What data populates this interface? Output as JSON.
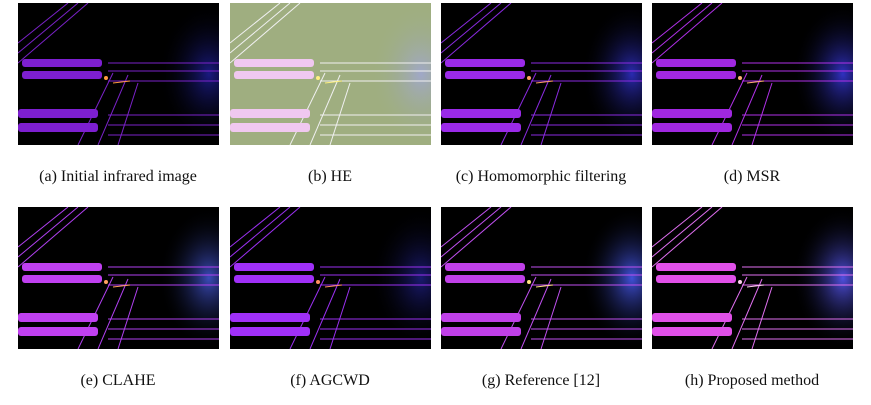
{
  "panels": [
    {
      "caption": "(a) Initial infrared image",
      "bg": "#000000",
      "line": "#7a22c8",
      "ins": "#7d1fd0",
      "cloud": "#1a1a80",
      "hot": "#ff9a40"
    },
    {
      "caption": "(b) HE",
      "bg": "#9fae80",
      "line": "#f0f0f0",
      "ins": "#f0c8f0",
      "cloud": "#a0a8c8",
      "hot": "#fff080"
    },
    {
      "caption": "(c) Homomorphic filtering",
      "bg": "#000000",
      "line": "#8a2ae0",
      "ins": "#9a2ae8",
      "cloud": "#2a2ab0",
      "hot": "#ffa060"
    },
    {
      "caption": "(d) MSR",
      "bg": "#000000",
      "line": "#b030e8",
      "ins": "#a028e0",
      "cloud": "#3030c0",
      "hot": "#ffb070"
    },
    {
      "caption": "(e) CLAHE",
      "bg": "#000000",
      "line": "#b040f0",
      "ins": "#c040f0",
      "cloud": "#3a4ab8",
      "hot": "#ffa060"
    },
    {
      "caption": "(f) AGCWD",
      "bg": "#000000",
      "line": "#9a30f0",
      "ins": "#a030f8",
      "cloud": "#1a1a70",
      "hot": "#ff9060"
    },
    {
      "caption": "(g) Reference [12]",
      "bg": "#000000",
      "line": "#c050f0",
      "ins": "#c040e8",
      "cloud": "#4050d8",
      "hot": "#ffe080"
    },
    {
      "caption": "(h) Proposed method",
      "bg": "#000000",
      "line": "#e070f0",
      "ins": "#e050e8",
      "cloud": "#5050e0",
      "hot": "#ffd0f0"
    }
  ]
}
